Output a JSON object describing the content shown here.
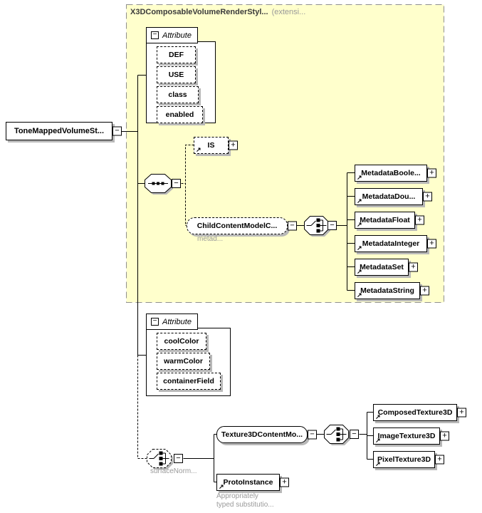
{
  "diagram": {
    "root": {
      "label": "ToneMappedVolumeSt..."
    },
    "extension": {
      "title": "X3DComposableVolumeRenderStyl...",
      "title_suffix": "(extensi...",
      "attributes": {
        "header": "Attribute",
        "items": [
          "DEF",
          "USE",
          "class",
          "enabled"
        ]
      },
      "is_element": {
        "label": "IS"
      },
      "child_content_group": {
        "label": "ChildContentModelC...",
        "annotation": "metad..."
      },
      "metadata_elements": [
        "MetadataBoole...",
        "MetadataDou...",
        "MetadataFloat",
        "MetadataInteger",
        "MetadataSet",
        "MetadataString"
      ]
    },
    "attributes2": {
      "header": "Attribute",
      "items": [
        "coolColor",
        "warmColor",
        "containerField"
      ]
    },
    "surface_choice": {
      "annotation": "surfaceNorm..."
    },
    "texture_group": {
      "label": "Texture3DContentMo..."
    },
    "texture_elements": [
      "ComposedTexture3D",
      "ImageTexture3D",
      "PixelTexture3D"
    ],
    "proto_instance": {
      "label": "ProtoInstance",
      "annotation": [
        "Appropriately",
        "typed substitutio..."
      ]
    }
  },
  "icons": {
    "plus": "+",
    "minus": "−",
    "ref_arrow": "↗"
  },
  "colors": {
    "extension_bg": "#ffffcc",
    "shadow": "#b8b8b8",
    "annotation": "#9a9a9a",
    "dash_border": "#8f8f8f"
  }
}
